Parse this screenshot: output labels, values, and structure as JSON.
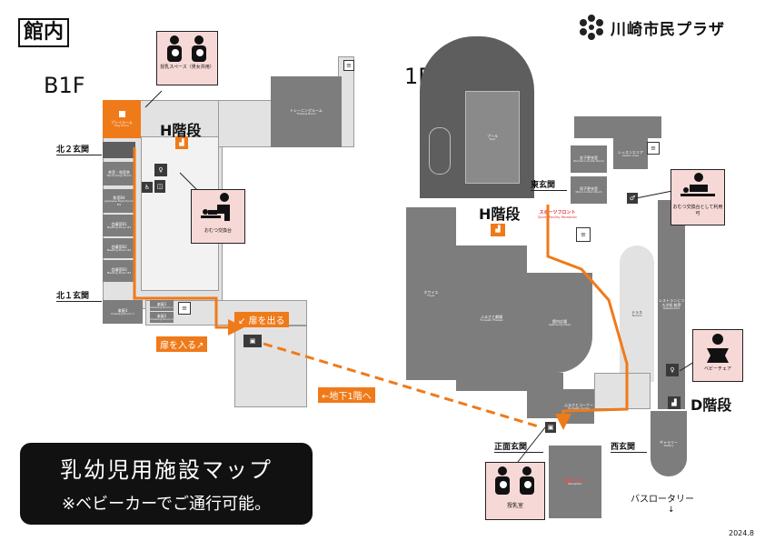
{
  "header": {
    "section_label": "館内",
    "logo_text": "川崎市民プラザ",
    "logo_icon": "flower-dots-icon"
  },
  "floors": {
    "b1": "B1F",
    "f1": "1F"
  },
  "b1f": {
    "stair_h": "H階段",
    "entrance_north2": "北２玄関",
    "entrance_north1": "北１玄関",
    "rooms": {
      "playroom": {
        "ja": "プレイルーム",
        "en": "Play Room"
      },
      "training": {
        "ja": "トレーニングルーム",
        "en": "Training Room"
      },
      "tea": {
        "ja": "茶室・和室茶",
        "en": "Tea & Shogi Room"
      },
      "japanese": {
        "ja": "和室B4",
        "en": "Japanese Style Room B4"
      },
      "meeting1": {
        "ja": "会議室B1",
        "en": "Meeting Room B1"
      },
      "meeting2": {
        "ja": "会議室B2",
        "en": "Meeting Room B2"
      },
      "meeting3": {
        "ja": "会議室B3",
        "en": "Meeting Room B3"
      },
      "dress3": {
        "ja": "楽屋3",
        "en": "Dressing Room 3"
      },
      "dress1": {
        "ja": "楽屋1",
        "en": "Dressing Room 1"
      },
      "dress2": {
        "ja": "楽屋2",
        "en": "Dressing Room 2"
      }
    },
    "route_labels": {
      "exit_door": "↙ 扉を出る",
      "enter_door": "扉を入る↗"
    }
  },
  "f1": {
    "stair_h": "H階段",
    "stair_d": "D階段",
    "entrance_east": "東玄関",
    "entrance_main": "正面玄関",
    "entrance_west": "西玄関",
    "bus": "バスロータリー",
    "bus_arrow": "↓",
    "to_b1": "←地下1階へ",
    "rooms": {
      "pool": {
        "ja": "プール",
        "en": "Pool"
      },
      "foyer": {
        "ja": "ホワイエ",
        "en": "Foyer"
      },
      "theater": {
        "ja": "ふるさと劇場",
        "en": "Furusato Theater"
      },
      "plaza": {
        "ja": "館内広場",
        "en": "Gathering Plaza"
      },
      "terrace": {
        "ja": "テラス",
        "en": "Terrace"
      },
      "women_locker": {
        "ja": "女子更衣室",
        "en": "Women's Locker Room"
      },
      "men_locker": {
        "ja": "男子更衣室",
        "en": "Men's Locker Room"
      },
      "sports_front": {
        "ja": "スポーツフロント",
        "en": "Sports Facility Reception"
      },
      "lesson": {
        "ja": "レッスンエリア",
        "en": "Lesson Area"
      },
      "restaurant": {
        "ja": "レストランくつろぎ処 絵亭",
        "en": "Restaurants"
      },
      "gallery": {
        "ja": "ギャラリー",
        "en": "Gallery"
      },
      "furusato_corner": {
        "ja": "ふるさとコーナー",
        "en": "Furusato Corner"
      },
      "reception": {
        "ja": "総合フロント",
        "en": "Reception"
      }
    }
  },
  "callouts": {
    "nursing_b1": "授乳スペース（男女共用）",
    "diaper_b1": "おむつ交換台",
    "diaper_1f": "おむつ交換台として利用可",
    "baby_chair": "ベビーチェア",
    "nursing_1f": "授乳室"
  },
  "banner": {
    "title": "乳幼児用施設マップ",
    "subtitle": "※ベビーカーでご通行可能。"
  },
  "date": "2024.8",
  "colors": {
    "route": "#ef7a1a",
    "room": "#7d7d7d",
    "callout_bg": "#f6d9d7",
    "banner_bg": "#111111"
  }
}
